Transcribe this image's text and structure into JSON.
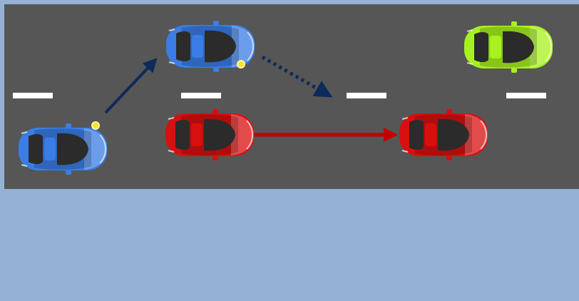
{
  "scene": {
    "type": "lane-change-overtaking-illustration",
    "colors": {
      "sky": "#95b2d6",
      "road": "#565656",
      "lane_marking": "#ffffff",
      "path_arrow": "#0c2a5c",
      "motion_arrow": "#c00000",
      "turn_signal": "#ffe22a"
    },
    "cars": [
      {
        "id": "ego-start",
        "color": "#3a7de4",
        "dark": "#1f55b6",
        "turn_signal": true
      },
      {
        "id": "ego-overtaking",
        "color": "#3a7de4",
        "dark": "#1f55b6",
        "turn_signal": true
      },
      {
        "id": "red-start",
        "color": "#d80f0f",
        "dark": "#8e0707",
        "turn_signal": false
      },
      {
        "id": "red-end",
        "color": "#d80f0f",
        "dark": "#8e0707",
        "turn_signal": false
      },
      {
        "id": "green-ahead",
        "color": "#a7f11e",
        "dark": "#6aa40f",
        "turn_signal": false
      }
    ],
    "arrows": [
      {
        "id": "lane-change-up",
        "style": "solid",
        "color_key": "path_arrow"
      },
      {
        "id": "lane-change-return",
        "style": "dotted",
        "color_key": "path_arrow"
      },
      {
        "id": "red-motion",
        "style": "solid",
        "color_key": "motion_arrow"
      }
    ]
  }
}
